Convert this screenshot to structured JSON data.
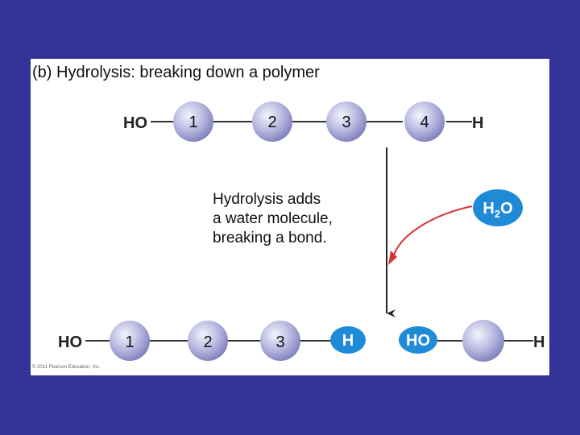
{
  "title": "(b) Hydrolysis: breaking down a polymer",
  "caption": {
    "line1": "Hydrolysis adds",
    "line2": "a water molecule,",
    "line3": "breaking a bond."
  },
  "polymer": {
    "left_group": "HO",
    "monomers": [
      "1",
      "2",
      "3",
      "4"
    ],
    "right_group": "H"
  },
  "products": {
    "left_group": "HO",
    "monomers": [
      "1",
      "2",
      "3"
    ],
    "added_h": "H",
    "added_ho": "HO",
    "free_monomer": "",
    "right_group": "H"
  },
  "water": {
    "h": "H",
    "sub": "2",
    "o": "O"
  },
  "copyright": "© 2011 Pearson Education, Inc.",
  "colors": {
    "background": "#333399",
    "panel": "#ffffff",
    "monomer_light": "#e6e6f6",
    "monomer_dark": "#8585c0",
    "blue_group": "#1f8ad6",
    "arrow_red": "#d8333a",
    "line": "#333333"
  }
}
